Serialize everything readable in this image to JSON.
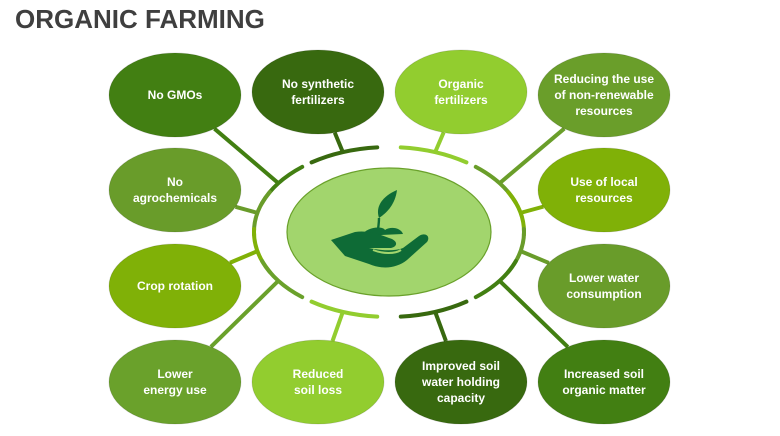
{
  "title": "ORGANIC FARMING",
  "center": {
    "icon": "hand-holding-plant-icon",
    "fill": "#a2d56d",
    "icon_color": "#0e6b36"
  },
  "nodes": [
    {
      "id": "no-gmos",
      "lines": [
        "No GMOs"
      ],
      "fill": "#427f12",
      "connector_color": "#427f12"
    },
    {
      "id": "no-synthetic-fertilizers",
      "lines": [
        "No synthetic",
        "fertilizers"
      ],
      "fill": "#38690f",
      "connector_color": "#38690f"
    },
    {
      "id": "organic-fertilizers",
      "lines": [
        "Organic",
        "fertilizers"
      ],
      "fill": "#92cd2f",
      "connector_color": "#92cd2f"
    },
    {
      "id": "reducing-non-renewable",
      "lines": [
        "Reducing the use",
        "of non-renewable",
        "resources"
      ],
      "fill": "#6a9e2a",
      "connector_color": "#6a9e2a"
    },
    {
      "id": "no-agrochemicals",
      "lines": [
        "No",
        "agrochemicals"
      ],
      "fill": "#699c2a",
      "connector_color": "#699c2a"
    },
    {
      "id": "use-of-local-resources",
      "lines": [
        "Use of local",
        "resources"
      ],
      "fill": "#80b107",
      "connector_color": "#80b107"
    },
    {
      "id": "crop-rotation",
      "lines": [
        "Crop rotation"
      ],
      "fill": "#80b107",
      "connector_color": "#80b107"
    },
    {
      "id": "lower-water-consumption",
      "lines": [
        "Lower water",
        "consumption"
      ],
      "fill": "#699c2a",
      "connector_color": "#699c2a"
    },
    {
      "id": "lower-energy-use",
      "lines": [
        "Lower",
        "energy use"
      ],
      "fill": "#6aa12b",
      "connector_color": "#6aa12b"
    },
    {
      "id": "reduced-soil-loss",
      "lines": [
        "Reduced",
        "soil loss"
      ],
      "fill": "#92cd2f",
      "connector_color": "#92cd2f"
    },
    {
      "id": "improved-soil-water",
      "lines": [
        "Improved soil",
        "water holding",
        "capacity"
      ],
      "fill": "#38690f",
      "connector_color": "#38690f"
    },
    {
      "id": "increased-soil-organic-matter",
      "lines": [
        "Increased soil",
        "organic matter"
      ],
      "fill": "#427f12",
      "connector_color": "#427f12"
    }
  ]
}
